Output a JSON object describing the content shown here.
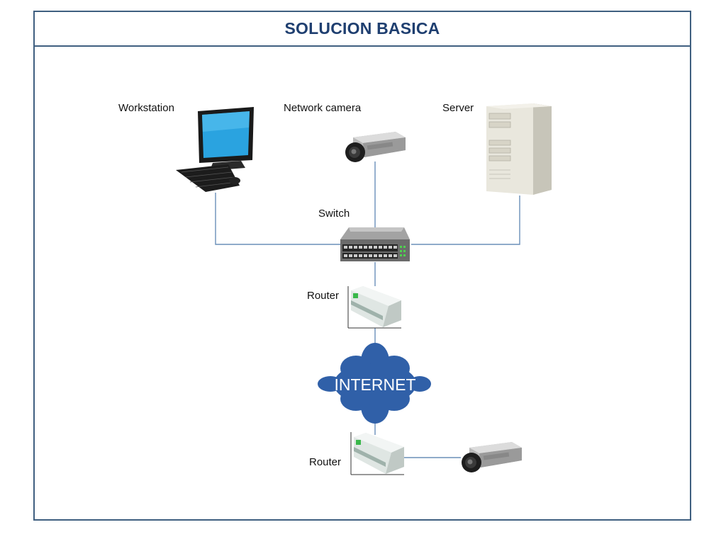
{
  "title": "SOLUCION BASICA",
  "labels": {
    "workstation": "Workstation",
    "network_camera": "Network camera",
    "server": "Server",
    "switch": "Switch",
    "router_top": "Router",
    "internet": "INTERNET",
    "router_bottom": "Router"
  },
  "colors": {
    "frame": "#3f5f80",
    "title": "#1f3f70",
    "link": "#6a8fb8",
    "cloud": "#3060a8"
  }
}
